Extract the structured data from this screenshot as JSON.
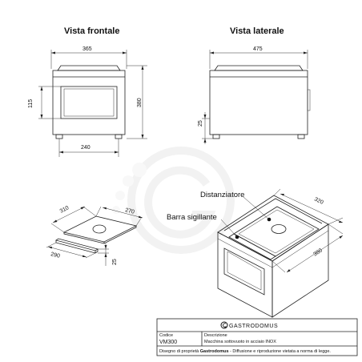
{
  "views": {
    "front_title": "Vista frontale",
    "side_title": "Vista laterale"
  },
  "dimensions": {
    "front_width": "365",
    "front_height": "380",
    "front_window_height": "115",
    "front_feet_spacing": "240",
    "side_depth": "475",
    "side_foot_height": "25",
    "plate_width": "310",
    "plate_depth": "270",
    "bar_length": "290",
    "bar_height": "25",
    "chamber_width": "320",
    "chamber_depth": "380"
  },
  "callouts": {
    "spacer": "Distanziatore",
    "sealing_bar": "Barra sigillante"
  },
  "titleblock": {
    "brand": "GASTRODOMUS",
    "code_label": "Codice",
    "code_value": "VM300",
    "desc_label": "Descrizione",
    "desc_value": "Macchina sottovuoto in acciaio INOX",
    "footer_prefix": "Disegno di proprietà ",
    "footer_brand": "Gastrodomus",
    "footer_suffix": " - Diffusione e riproduzione vietata a norma di legge."
  }
}
